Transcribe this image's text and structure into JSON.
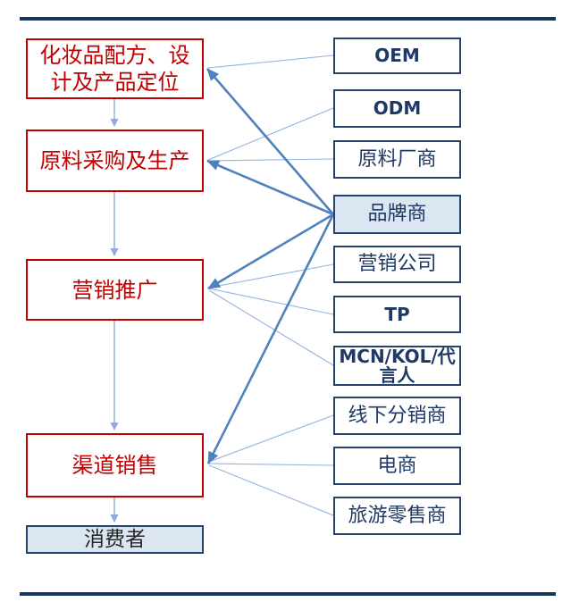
{
  "diagram": {
    "left_column": [
      {
        "label": "化妆品配方、设计及产品定位",
        "type": "process"
      },
      {
        "label": "原料采购及生产",
        "type": "process"
      },
      {
        "label": "营销推广",
        "type": "process"
      },
      {
        "label": "渠道销售",
        "type": "process"
      },
      {
        "label": "消费者",
        "type": "endpoint"
      }
    ],
    "right_column": [
      {
        "label": "OEM"
      },
      {
        "label": "ODM"
      },
      {
        "label": "原料厂商"
      },
      {
        "label": "品牌商",
        "highlighted": true
      },
      {
        "label": "营销公司"
      },
      {
        "label": "TP"
      },
      {
        "label": "MCN/KOL/代言人"
      },
      {
        "label": "线下分销商"
      },
      {
        "label": "电商"
      },
      {
        "label": "旅游零售商"
      }
    ],
    "relations": {
      "hub": "品牌商",
      "hub_to": [
        "化妆品配方、设计及产品定位",
        "原料采购及生产",
        "营销推广",
        "渠道销售"
      ],
      "entity_to_process": [
        [
          "OEM",
          "化妆品配方、设计及产品定位"
        ],
        [
          "ODM",
          "原料采购及生产"
        ],
        [
          "原料厂商",
          "原料采购及生产"
        ],
        [
          "营销公司",
          "营销推广"
        ],
        [
          "TP",
          "营销推广"
        ],
        [
          "MCN/KOL/代言人",
          "营销推广"
        ],
        [
          "线下分销商",
          "渠道销售"
        ],
        [
          "电商",
          "渠道销售"
        ],
        [
          "旅游零售商",
          "渠道销售"
        ]
      ],
      "flow_chain": [
        "化妆品配方、设计及产品定位",
        "原料采购及生产",
        "营销推广",
        "渠道销售",
        "消费者"
      ]
    },
    "colors": {
      "rule": "#17365d",
      "process_border": "#c00000",
      "process_text": "#c00000",
      "entity_border": "#24436b",
      "entity_text": "#1f3864",
      "highlight_fill": "#dce6f2",
      "line_thick": "#4f81bd",
      "line_thin": "#8fb4e0",
      "line_flow": "#8faadc"
    },
    "lines": {
      "thick": [
        [
          373,
          240,
          232,
          77
        ],
        [
          373,
          240,
          232,
          180
        ],
        [
          373,
          240,
          233,
          323
        ],
        [
          373,
          240,
          233,
          519
        ]
      ],
      "thin": [
        [
          373,
          62,
          233,
          76
        ],
        [
          373,
          121,
          233,
          179
        ],
        [
          373,
          178,
          233,
          180
        ],
        [
          373,
          296,
          234,
          322
        ],
        [
          373,
          352,
          234,
          323
        ],
        [
          373,
          409,
          234,
          325
        ],
        [
          373,
          465,
          234,
          517
        ],
        [
          373,
          521,
          234,
          519
        ],
        [
          373,
          577,
          234,
          521
        ]
      ],
      "flow": [
        [
          128,
          111,
          128,
          141
        ],
        [
          128,
          215,
          128,
          286
        ],
        [
          128,
          359,
          128,
          481
        ],
        [
          128,
          557,
          128,
          584
        ]
      ]
    }
  }
}
